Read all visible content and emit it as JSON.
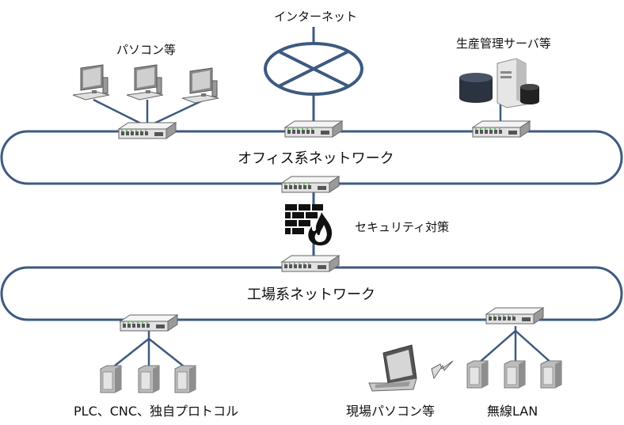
{
  "labels": {
    "internet": "インターネット",
    "pcs": "パソコン等",
    "servers": "生産管理サーバ等",
    "office_network": "オフィス系ネットワーク",
    "security": "セキュリティ対策",
    "factory_network": "工場系ネットワーク",
    "plc": "PLC、CNC、独自プロトコル",
    "field_pc": "現場パソコン等",
    "wireless": "無線LAN"
  },
  "colors": {
    "link": "#3d5a80",
    "device_dark": "#505050",
    "device_light": "#e6e6e6",
    "fire": "#111111"
  },
  "icons": [
    "desktop-pc-icon",
    "server-icon",
    "database-icon",
    "switch-icon",
    "firewall-icon",
    "fire-icon",
    "plc-panel-icon",
    "laptop-icon",
    "lightning-icon",
    "globe-cross-icon"
  ]
}
